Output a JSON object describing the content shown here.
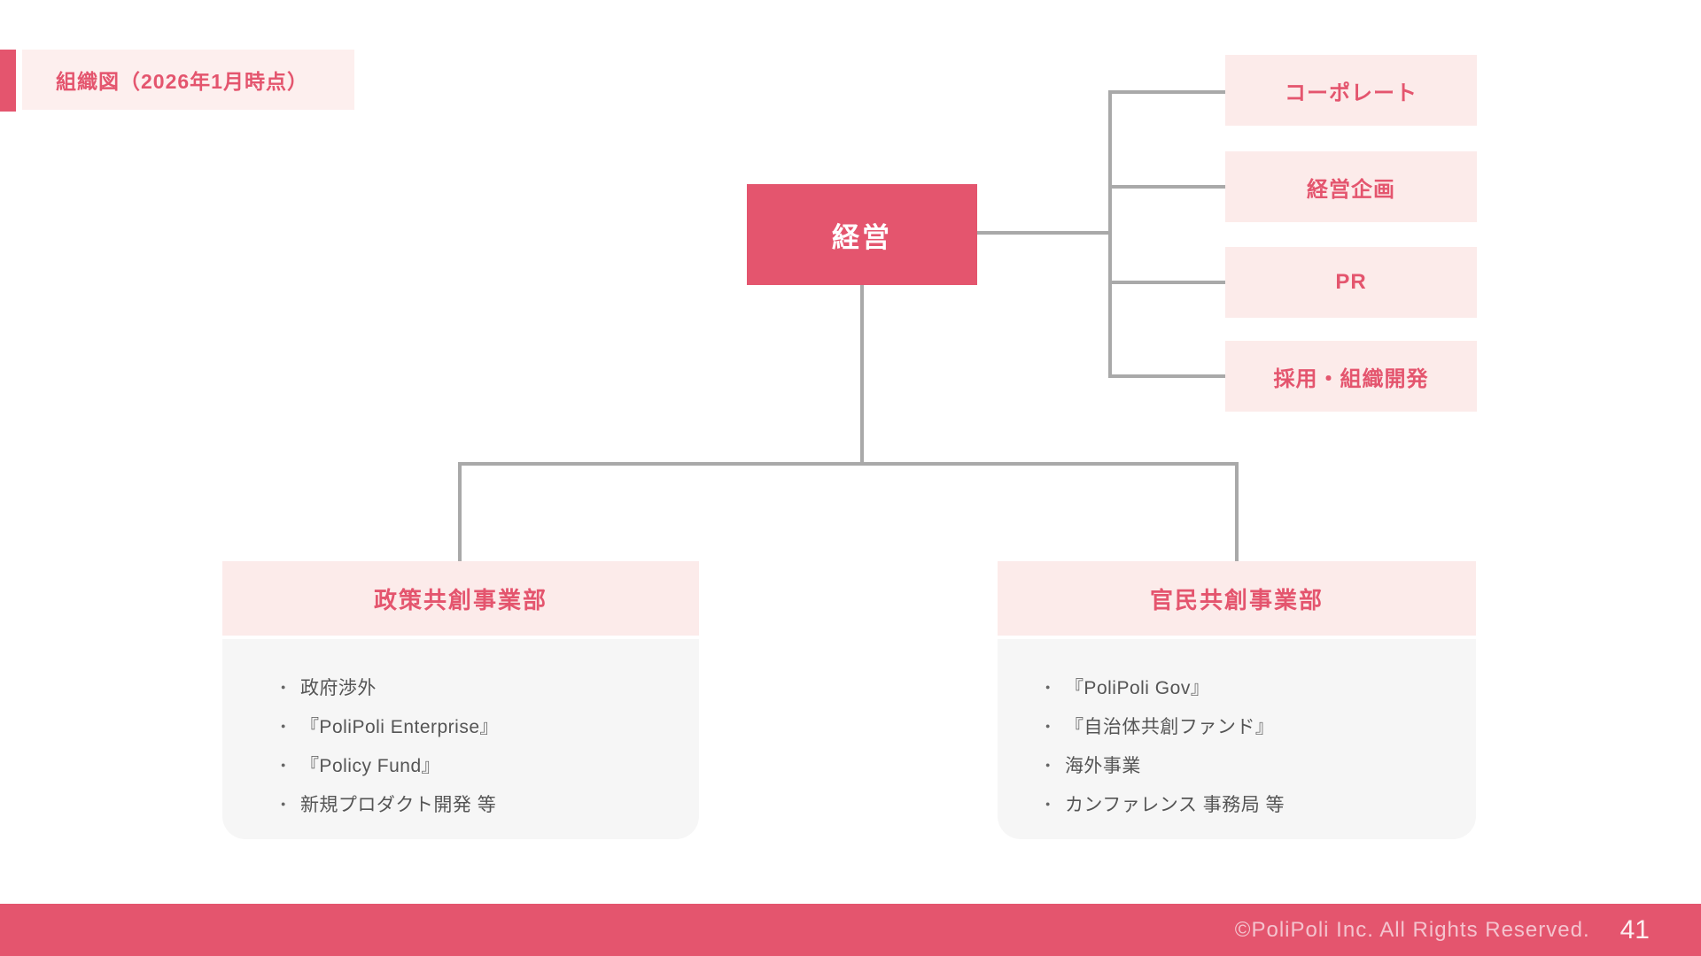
{
  "slide_title": {
    "text": "組織図（2026年1月時点）"
  },
  "org": {
    "root": {
      "label": "経営"
    },
    "staff_units": [
      {
        "label": "コーポレート"
      },
      {
        "label": "経営企画"
      },
      {
        "label": "PR"
      },
      {
        "label": "採用・組織開発"
      }
    ],
    "departments": [
      {
        "name": "政策共創事業部",
        "items": [
          "政府渉外",
          "『PoliPoli Enterprise』",
          "『Policy Fund』",
          "新規プロダクト開発 等"
        ]
      },
      {
        "name": "官民共創事業部",
        "items": [
          "『PoliPoli Gov』",
          "『自治体共創ファンド』",
          "海外事業",
          "カンファレンス 事務局 等"
        ]
      }
    ]
  },
  "footer": {
    "copyright": "©PoliPoli Inc. All Rights Reserved.",
    "page_number": "41"
  },
  "colors": {
    "accent_red": "#e4556e",
    "light_pink": "#fcebea",
    "badge_pink": "#fdefee",
    "line_gray": "#a9a9a9",
    "body_gray": "#f6f6f6",
    "list_text": "#555555"
  }
}
